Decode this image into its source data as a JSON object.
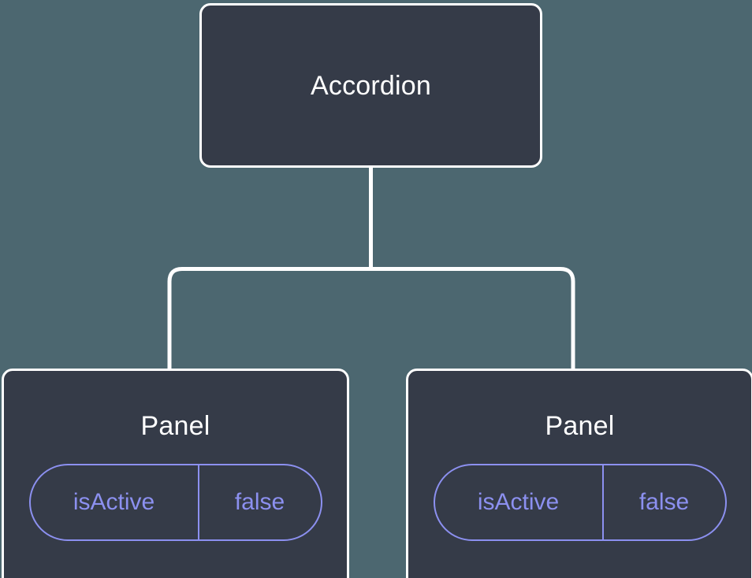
{
  "diagram": {
    "type": "component-tree",
    "background_color": "#4c6770",
    "node_fill_color": "#353b48",
    "node_border_color": "#ffffff",
    "edge_color": "#ffffff",
    "prop_accent_color": "#8c90f0",
    "root": {
      "label": "Accordion"
    },
    "children": [
      {
        "label": "Panel",
        "props": [
          {
            "key": "isActive",
            "value": "false"
          }
        ]
      },
      {
        "label": "Panel",
        "props": [
          {
            "key": "isActive",
            "value": "false"
          }
        ]
      }
    ]
  }
}
